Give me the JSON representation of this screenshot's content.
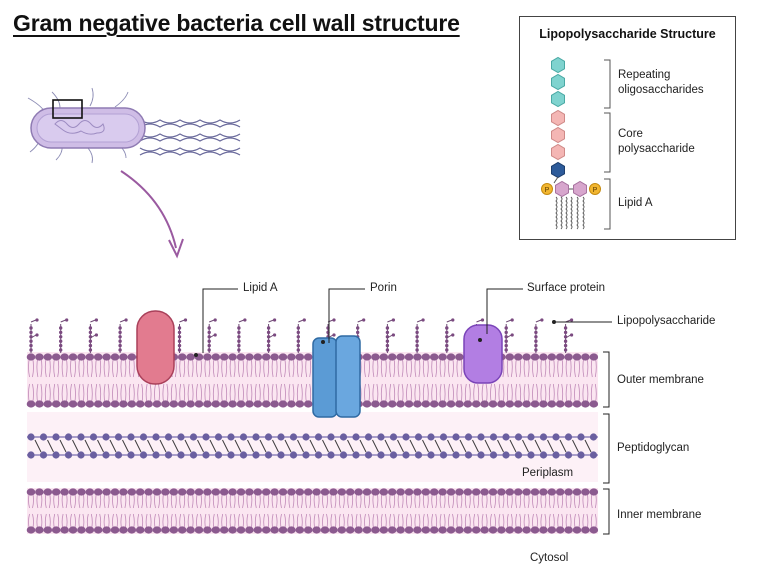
{
  "title": "Gram negative bacteria cell wall structure",
  "lps_box": {
    "title": "Lipopolysaccharide Structure",
    "sections": [
      {
        "line1": "Repeating",
        "line2": "oligosaccharides"
      },
      {
        "line1": "Core",
        "line2": "polysaccharide"
      },
      {
        "line1": "Lipid A",
        "line2": ""
      }
    ],
    "phosphate_label": "P"
  },
  "callouts": {
    "lipid_a": "Lipid A",
    "porin": "Porin",
    "surface_protein": "Surface protein"
  },
  "layers": {
    "lipopolysaccharide": "Lipopolysaccharide",
    "outer_membrane": "Outer membrane",
    "peptidoglycan": "Peptidoglycan",
    "inner_membrane": "Inner membrane",
    "periplasm": "Periplasm",
    "cytosol": "Cytosol"
  },
  "colors": {
    "lipid_head": "#8b5a8f",
    "membrane_band": "#fbe6f1",
    "glycan_node": "#6a5fa0",
    "oligosaccharide": "#7fd3cf",
    "core": "#f4b6b4",
    "kdo": "#2d5b9a",
    "lipid_a_sugar": "#d7a6cd",
    "phosphate": "#f2b630",
    "red_protein": "#e27b8f",
    "porin": "#5b9bd5",
    "surface_protein": "#b27ee3",
    "arrow": "#9a5aa0"
  }
}
